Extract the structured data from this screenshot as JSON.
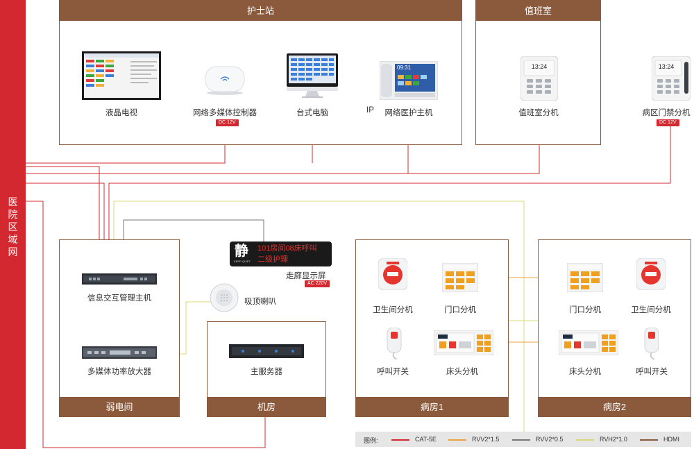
{
  "sidebar": {
    "title": "医院区域网"
  },
  "zones": {
    "nurse_station": "护士站",
    "duty_room": "值班室",
    "weak_room": "弱电间",
    "machine_room": "机房",
    "ward1": "病房1",
    "ward2": "病房2"
  },
  "devices": {
    "lcd_tv": "液晶电视",
    "mm_controller": "网络多媒体控制器",
    "mm_controller_tag": "DC 12V",
    "desktop": "台式电脑",
    "ip_prefix": "IP",
    "ip_host": "网络医护主机",
    "duty_ext": "值班室分机",
    "ward_door_ext": "病区门禁分机",
    "ward_door_tag": "DC 12V",
    "info_host": "信息交互管理主机",
    "amp": "多媒体功率放大器",
    "speaker": "吸顶喇叭",
    "corridor": "走廊显示屏",
    "corridor_tag": "AC 220V",
    "server": "主服务器",
    "w1_toilet": "卫生间分机",
    "w1_door": "门口分机",
    "w1_call": "呼叫开关",
    "w1_bed": "床头分机",
    "w2_door": "门口分机",
    "w2_toilet": "卫生间分机",
    "w2_bed": "床头分机",
    "w2_call": "呼叫开关"
  },
  "led_screen": {
    "char": "静",
    "sub": "KEEP QUIET",
    "line1": "101房间08床呼叫",
    "line2": "二级护理"
  },
  "screens": {
    "ext_time": "13:24",
    "host_time": "09:31"
  },
  "legend": {
    "title": "图例:",
    "items": [
      {
        "name": "CAT-5E",
        "color": "#d3282f"
      },
      {
        "name": "RVV2*1.5",
        "color": "#e8a33c"
      },
      {
        "name": "RVV2*0.5",
        "color": "#777777"
      },
      {
        "name": "RVH2*1.0",
        "color": "#d8d878"
      },
      {
        "name": "HDMI",
        "color": "#8b5a3c"
      }
    ]
  },
  "colors": {
    "red": "#d3282f",
    "brown": "#8b5a3c",
    "gray": "#777777",
    "yellow": "#d8d878",
    "orange": "#e8a33c"
  }
}
